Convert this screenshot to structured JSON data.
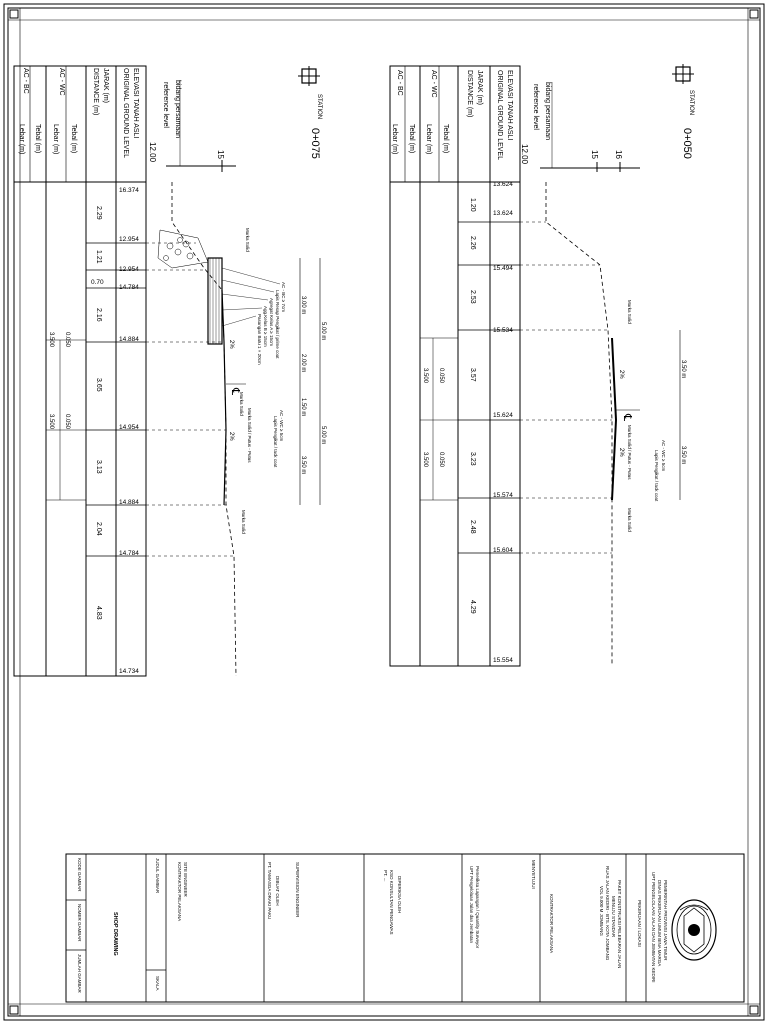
{
  "station_050": {
    "station_word": "STATION",
    "station_num": "0+050",
    "ref_label_1": "bidang persamaan",
    "ref_label_2": "reference level",
    "datum": "12.00",
    "scale_ticks": [
      "15",
      "16"
    ],
    "rows": {
      "elev_1": "ELEVASI TANAH ASLI",
      "elev_2": "ORIGINAL GROUND LEVEL",
      "dist_1": "JARAK (m)",
      "dist_2": "DISTANCE (m)",
      "acwc": "AC - WC",
      "acbc": "AC - BC",
      "tebal": "Tebal (m)",
      "lebar": "Lebar (m)"
    },
    "elevations": [
      "13.624",
      "13.624",
      "15.494",
      "15.534",
      "15.624",
      "15.574",
      "15.604",
      "15.554"
    ],
    "distances": [
      "1.20",
      "2.26",
      "2.53",
      "3.57",
      "3.23",
      "2.48",
      "4.29"
    ],
    "layer_cells": [
      {
        "tebal": "0.050",
        "lebar": "3.500"
      },
      {
        "tebal": "0.050",
        "lebar": "3.500"
      }
    ],
    "dims": [
      "3.50 m",
      "3.50 m"
    ],
    "centerline": "℄",
    "annotations": [
      "Marka Solid",
      "AC - WC ≥ 5cm",
      "Lapis Pengikat / tack coat",
      "Marka Solid / Putus - Putus",
      "Marka Solid"
    ],
    "slope_l": "2%",
    "slope_r": "2%"
  },
  "station_075": {
    "station_word": "STATION",
    "station_num": "0+075",
    "ref_label_1": "bidang persamaan",
    "ref_label_2": "reference level",
    "datum": "12.00",
    "scale_ticks": [
      "15"
    ],
    "rows": {
      "elev_1": "ELEVASI TANAH ASLI",
      "elev_2": "ORIGINAL GROUND LEVEL",
      "dist_1": "JARAK (m)",
      "dist_2": "DISTANCE (m)",
      "acwc": "AC - WC",
      "acbc": "AC - BC",
      "tebal": "Tebal (m)",
      "lebar": "Lebar (m)"
    },
    "elevations": [
      "16.374",
      "12.954",
      "12.954",
      "14.784",
      "14.884",
      "14.954",
      "14.884",
      "14.784",
      "14.734"
    ],
    "distances": [
      "2.29",
      "1.21",
      "0.70",
      "2.16",
      "3.65",
      "3.13",
      "2.04",
      "4.83"
    ],
    "layer_cells": [
      {
        "tebal": "0.050",
        "lebar": "3.500"
      },
      {
        "tebal": "0.050",
        "lebar": "3.500"
      }
    ],
    "dims_top": [
      "5.00 m",
      "5.00 m"
    ],
    "dims_bottom": [
      "3.00 m",
      "2.00 m",
      "1.50 m",
      "3.50 m"
    ],
    "centerline": "℄",
    "annotations": [
      "Marka Solid",
      "AC - BC ≥ 7cm",
      "Lapis Resap Pengikat / prime coat",
      "Agregat Kelas A ≥ 15cm",
      "Agg.Kelas B ≥ 15cm",
      "Pasangan Batu 1 × 20cm",
      "Marka Solid",
      "AC - WC ≥ 5cm",
      "Lapis Pengikat / tack coat",
      "Marka Solid / Putus - Putus",
      "Marka Solid"
    ],
    "slope_l": "2%",
    "slope_r": "2%"
  },
  "title_block": {
    "agency": [
      "PEMERINTAH PROVINSI JAWA TIMUR",
      "DINAS PEKERJAAN UMUM BINA MARGA",
      "UPT PENGELOLAAN JALAN DAN JEMBATAN KEDIRI"
    ],
    "location_header": "PEKERJAAN / LOKASI",
    "project": [
      "PAKET KONSTRUKSI PELEBARAN JALAN",
      "MENUJU STANDAR",
      "RUAS JALAN KEDIRI - BTS. KOTA JOMBANG",
      "VOL 9.000 M JOMBANG"
    ],
    "contractor_header": "KONTRAKTOR PELAKSANA",
    "approved_header": "MENYETUJUI",
    "approved_lines": [
      "Pemeriksa Lapangan / Quantity Surveyor",
      "UPT Pengelolaan Jalan dan Jembatan"
    ],
    "checked_header": "DIPERIKSA OLEH",
    "checked_lines": [
      "SUPERVISION ENGINEER",
      "KSO KONSULTAN PENGAWAS",
      "PT. ..."
    ],
    "made_header": "DIBUAT OLEH",
    "made_lines": [
      "SITE ENGINEER",
      "KONTRAKTOR PELAKSANA",
      "PT. TAMASGA DRAKI PAKU"
    ],
    "drawing_title_header": "JUDUL GAMBAR",
    "drawing_title": "SHOP DRAWING",
    "scale_header": "SKALA",
    "code_header": "KODE GAMBAR",
    "number_header": "NOMER GAMBAR",
    "count_header": "JUMLAH GAMBAR"
  }
}
